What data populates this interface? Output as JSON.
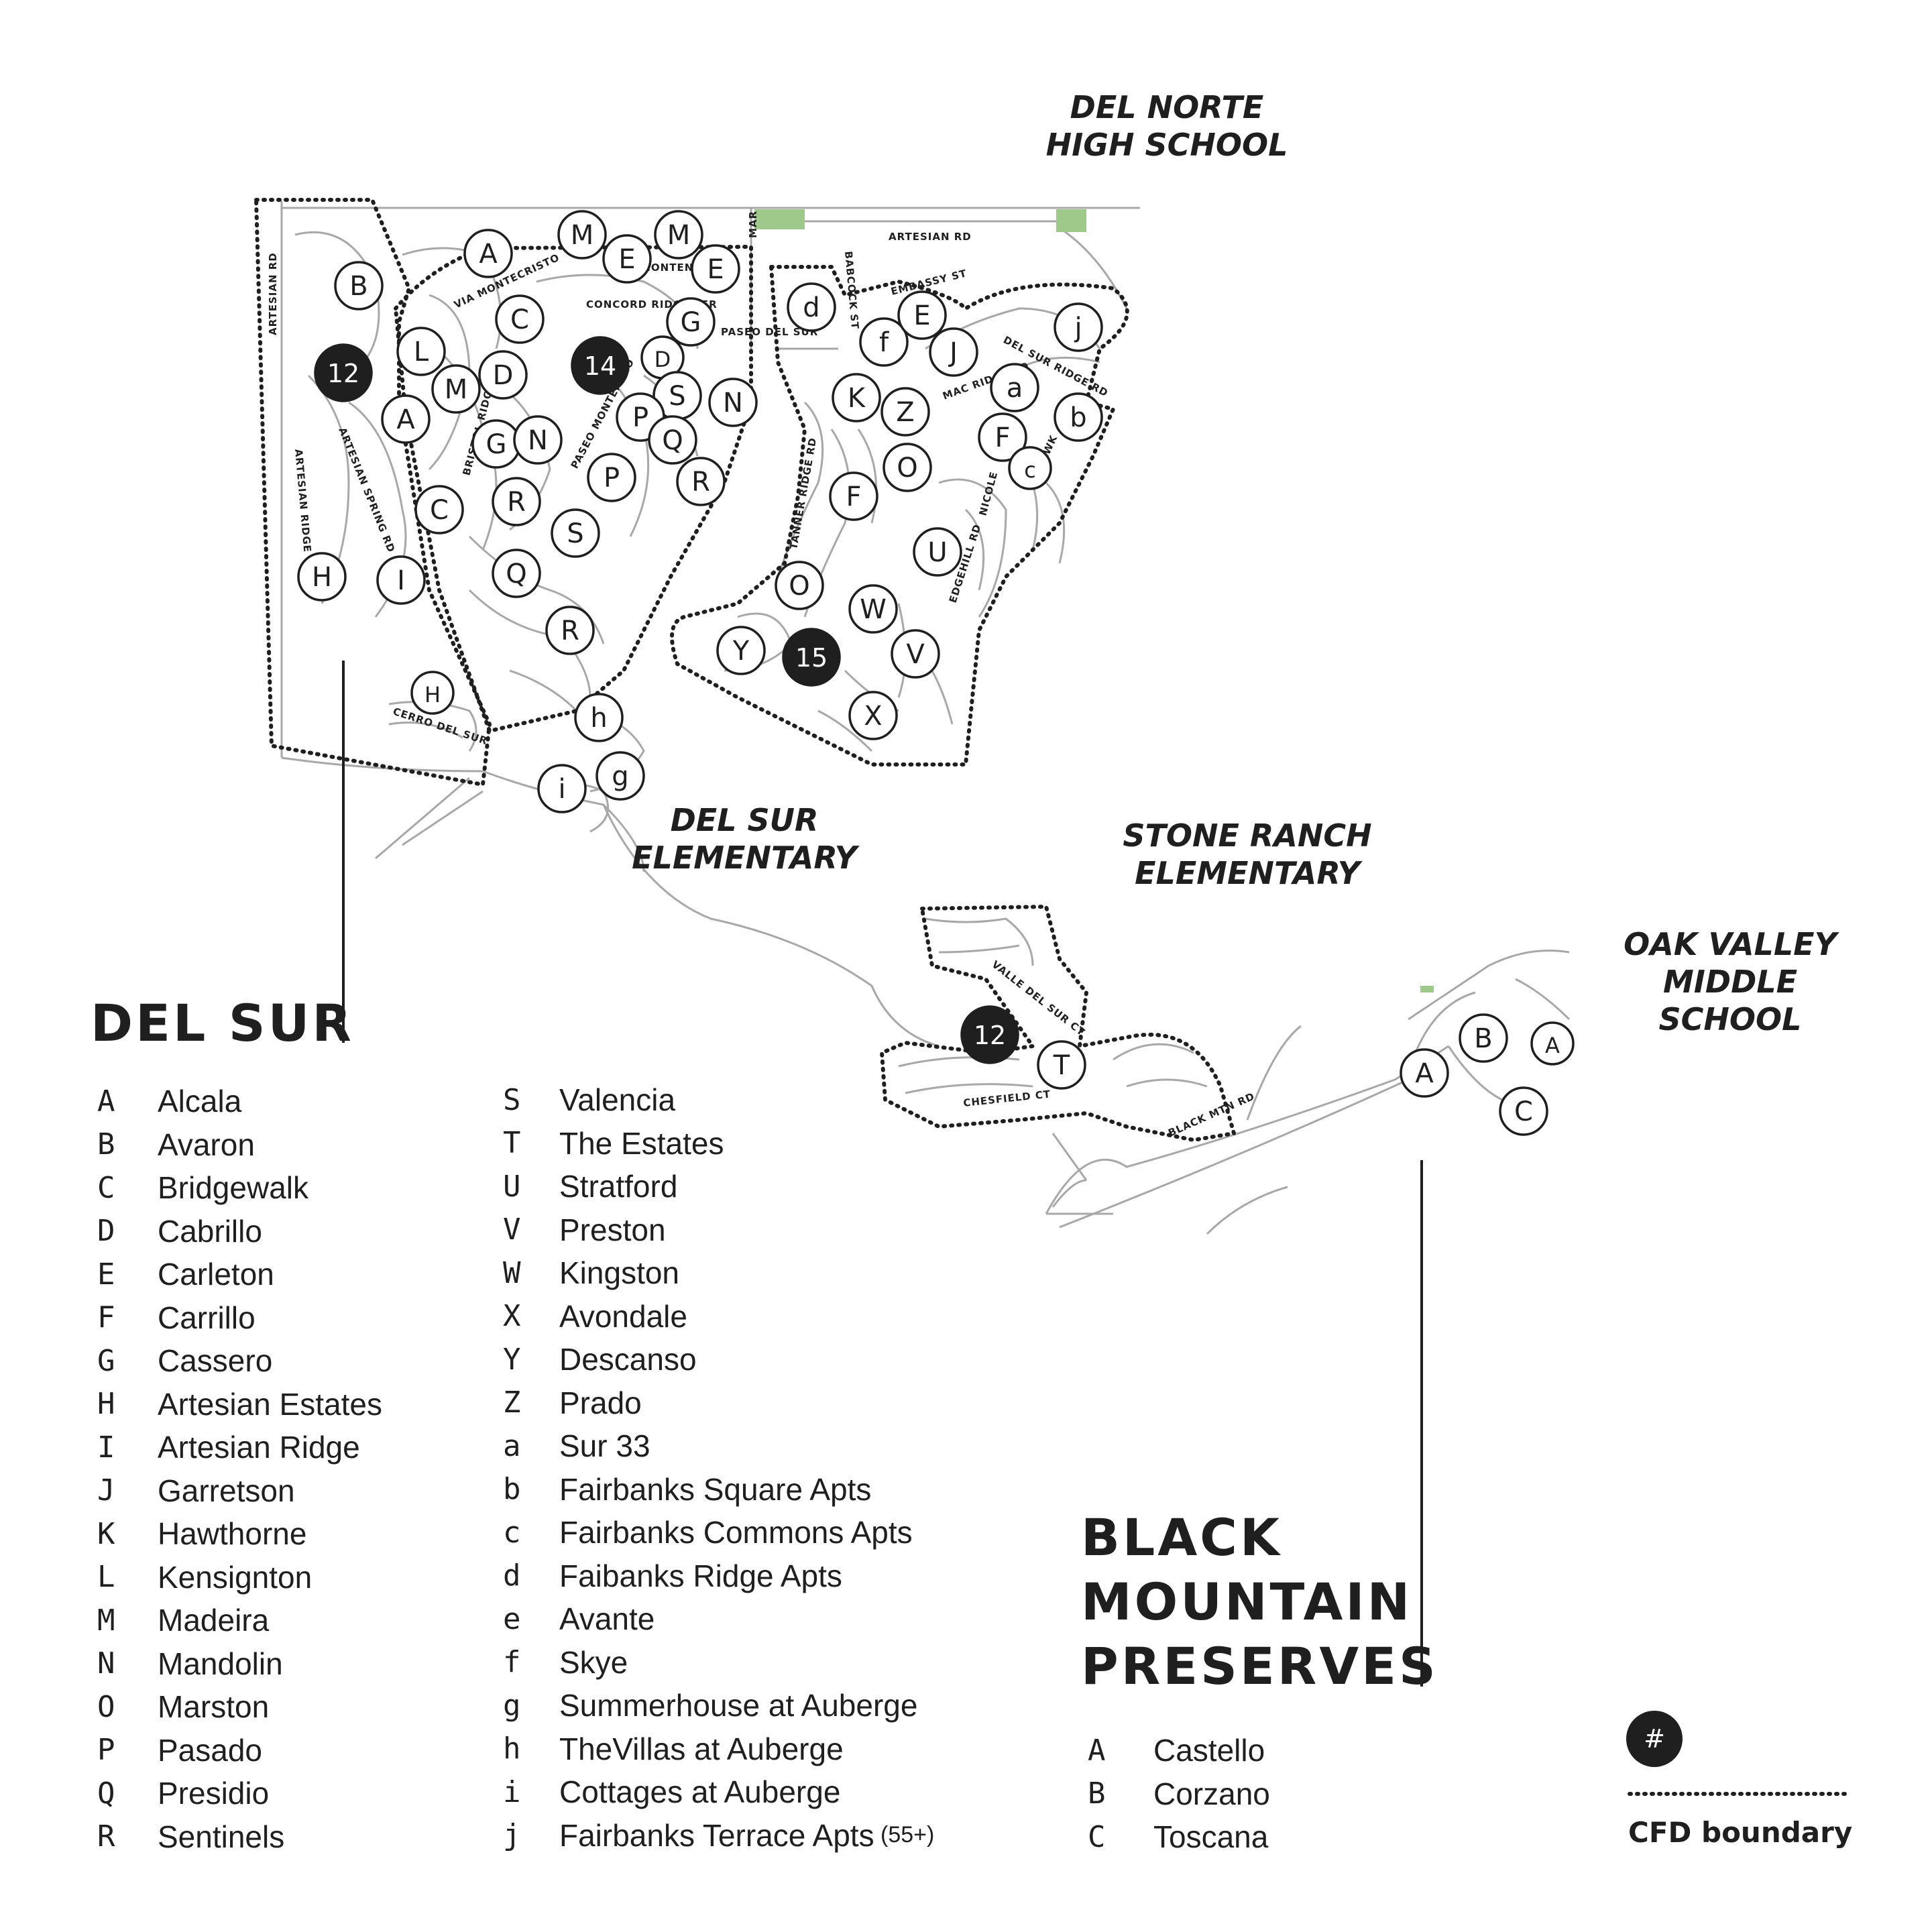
{
  "schools": {
    "del_norte": [
      "DEL NORTE",
      "HIGH SCHOOL"
    ],
    "del_sur_elem": [
      "DEL SUR",
      "ELEMENTARY"
    ],
    "stone_ranch": [
      "STONE RANCH",
      "ELEMENTARY"
    ],
    "oak_valley": [
      "OAK VALLEY",
      "MIDDLE SCHOOL"
    ]
  },
  "regions": {
    "del_sur": "DEL SUR",
    "black_mountain": [
      "BLACK",
      "MOUNTAIN",
      "PRESERVES"
    ]
  },
  "streets": [
    "ARTESIAN RD",
    "ARTESIAN RD",
    "VIA MONTECRISTO",
    "CONCORD RIDGE TER",
    "MONTENERO",
    "PASEO DEL SUR",
    "PASEO MONTENERO",
    "BRISTOL RIDGE",
    "ARTESIAN SPRING RD",
    "ARTESIAN RIDGE",
    "CERRO DEL SUR",
    "TANNER RIDGE RD",
    "MAC RIDGE RD",
    "EMBASSY ST",
    "DEL SUR RIDGE RD",
    "NICOLE",
    "N HAWK",
    "EDGEHILL RD",
    "BABCOCK ST",
    "MAR",
    "VALLE DEL SUR CT",
    "CHESFIELD CT",
    "BLACK MTN RD"
  ],
  "markers": {
    "del_sur": [
      "A",
      "M",
      "E",
      "M",
      "E",
      "B",
      "C",
      "G",
      "L",
      "D",
      "D",
      "14",
      "12",
      "S",
      "N",
      "M",
      "A",
      "P",
      "Q",
      "G",
      "N",
      "P",
      "R",
      "R",
      "C",
      "S",
      "Q",
      "H",
      "I",
      "R",
      "H",
      "h",
      "g",
      "i"
    ],
    "east": [
      "d",
      "f",
      "E",
      "J",
      "j",
      "K",
      "Z",
      "a",
      "b",
      "F",
      "c",
      "O",
      "F",
      "U",
      "O",
      "W",
      "Y",
      "15",
      "V",
      "X"
    ],
    "stone_ranch": [
      "12",
      "T"
    ],
    "black_mountain": [
      "A",
      "B",
      "A",
      "C"
    ]
  },
  "legend_del_sur_left": [
    {
      "key": "A",
      "name": "Alcala"
    },
    {
      "key": "B",
      "name": "Avaron"
    },
    {
      "key": "C",
      "name": "Bridgewalk"
    },
    {
      "key": "D",
      "name": "Cabrillo"
    },
    {
      "key": "E",
      "name": "Carleton"
    },
    {
      "key": "F",
      "name": "Carrillo"
    },
    {
      "key": "G",
      "name": "Cassero"
    },
    {
      "key": "H",
      "name": "Artesian Estates"
    },
    {
      "key": "I",
      "name": "Artesian Ridge"
    },
    {
      "key": "J",
      "name": "Garretson"
    },
    {
      "key": "K",
      "name": "Hawthorne"
    },
    {
      "key": "L",
      "name": "Kensignton"
    },
    {
      "key": "M",
      "name": "Madeira"
    },
    {
      "key": "N",
      "name": "Mandolin"
    },
    {
      "key": "O",
      "name": "Marston"
    },
    {
      "key": "P",
      "name": "Pasado"
    },
    {
      "key": "Q",
      "name": "Presidio"
    },
    {
      "key": "R",
      "name": "Sentinels"
    }
  ],
  "legend_del_sur_right": [
    {
      "key": "S",
      "name": "Valencia"
    },
    {
      "key": "T",
      "name": "The Estates"
    },
    {
      "key": "U",
      "name": "Stratford"
    },
    {
      "key": "V",
      "name": "Preston"
    },
    {
      "key": "W",
      "name": "Kingston"
    },
    {
      "key": "X",
      "name": "Avondale"
    },
    {
      "key": "Y",
      "name": "Descanso"
    },
    {
      "key": "Z",
      "name": "Prado"
    },
    {
      "key": "a",
      "name": "Sur 33"
    },
    {
      "key": "b",
      "name": "Fairbanks Square Apts"
    },
    {
      "key": "c",
      "name": "Fairbanks Commons Apts"
    },
    {
      "key": "d",
      "name": "Faibanks Ridge Apts"
    },
    {
      "key": "e",
      "name": "Avante"
    },
    {
      "key": "f",
      "name": "Skye"
    },
    {
      "key": "g",
      "name": "Summerhouse at Auberge"
    },
    {
      "key": "h",
      "name": "TheVillas at Auberge"
    },
    {
      "key": "i",
      "name": "Cottages at Auberge"
    },
    {
      "key": "j",
      "name": "Fairbanks Terrace Apts",
      "note": "(55+)"
    }
  ],
  "legend_black_mountain": [
    {
      "key": "A",
      "name": "Castello"
    },
    {
      "key": "B",
      "name": "Corzano"
    },
    {
      "key": "C",
      "name": "Toscana"
    }
  ],
  "key": {
    "symbol": "#",
    "boundary_label": "CFD boundary"
  },
  "colors": {
    "ink": "#1f1f1f",
    "street": "#a8a8a8",
    "park": "#9fc98a"
  }
}
